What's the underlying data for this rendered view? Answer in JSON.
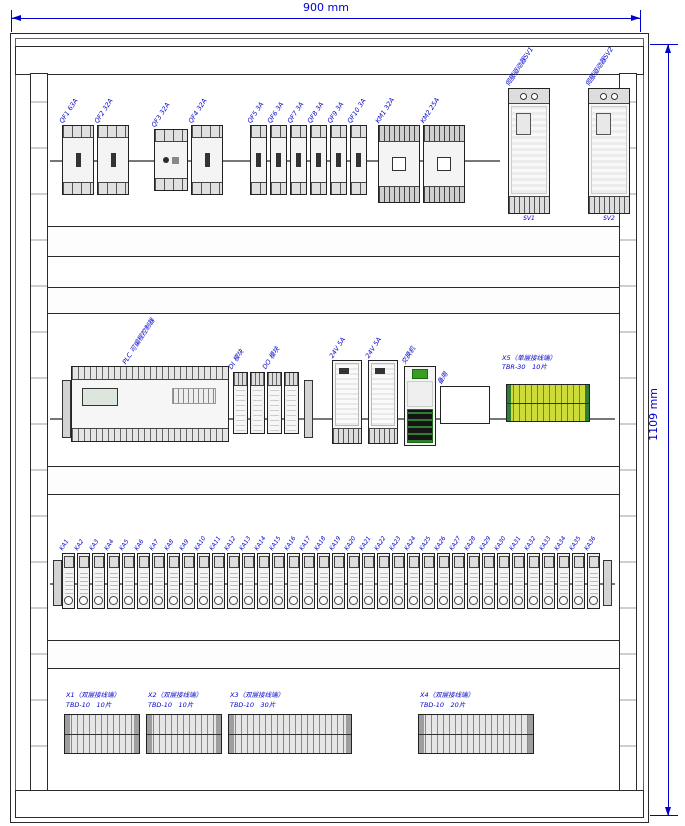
{
  "dimensions": {
    "width": "900 mm",
    "height": "1109 mm"
  },
  "row_breakers": {
    "devices": [
      {
        "label": "QF1 63A",
        "type": "breaker"
      },
      {
        "label": "QF2 32A",
        "type": "breaker"
      },
      {
        "label": "QF3 32A",
        "type": "motor"
      },
      {
        "label": "QF4 32A",
        "type": "breaker"
      },
      {
        "label": "QF5 3A",
        "type": "breaker1"
      },
      {
        "label": "QF6 3A",
        "type": "breaker1"
      },
      {
        "label": "QF7 3A",
        "type": "breaker1"
      },
      {
        "label": "QF8 3A",
        "type": "breaker1"
      },
      {
        "label": "QF9 3A",
        "type": "breaker1"
      },
      {
        "label": "QF10 3A",
        "type": "breaker1"
      },
      {
        "label": "KM1 32A",
        "type": "contactor"
      },
      {
        "label": "KM2 25A",
        "type": "contactor"
      }
    ],
    "servos": [
      {
        "label": "伺服驱动器SV1",
        "caption": "SV1",
        "pos": "sv1"
      },
      {
        "label": "伺服驱动器SV2",
        "caption": "SV2",
        "pos": "sv2"
      }
    ]
  },
  "row_control": {
    "plc_label": "PLC 可编程控制器",
    "module_labels": [
      "DI 模块",
      "DO 模块"
    ],
    "psu1_label": "24V 5A",
    "psu2_label": "24V 5A",
    "switch_label": "交换机",
    "spare_label": "备用",
    "x5": {
      "line1": "X5（单层接线端）",
      "line2": "TBR-30　10片"
    }
  },
  "row_relays": {
    "labels": [
      "KA1",
      "KA2",
      "KA3",
      "KA4",
      "KA5",
      "KA6",
      "KA7",
      "KA8",
      "KA9",
      "KA10",
      "KA11",
      "KA12",
      "KA13",
      "KA14",
      "KA15",
      "KA16",
      "KA17",
      "KA18",
      "KA19",
      "KA20",
      "KA21",
      "KA22",
      "KA23",
      "KA24",
      "KA25",
      "KA26",
      "KA27",
      "KA28",
      "KA29",
      "KA30",
      "KA31",
      "KA32",
      "KA33",
      "KA34",
      "KA35",
      "KA36"
    ]
  },
  "row_terminals": {
    "blocks": [
      {
        "line1": "X1（双层接线端）",
        "line2": "TBD-10　10片",
        "type": "x1"
      },
      {
        "line1": "X2（双层接线端）",
        "line2": "TBD-10　10片",
        "type": "x2"
      },
      {
        "line1": "X3（双层接线端）",
        "line2": "TBD-10　30片",
        "type": "x3"
      },
      {
        "line1": "X4（双层接线端）",
        "line2": "TBD-10　20片",
        "type": "x4"
      }
    ]
  }
}
